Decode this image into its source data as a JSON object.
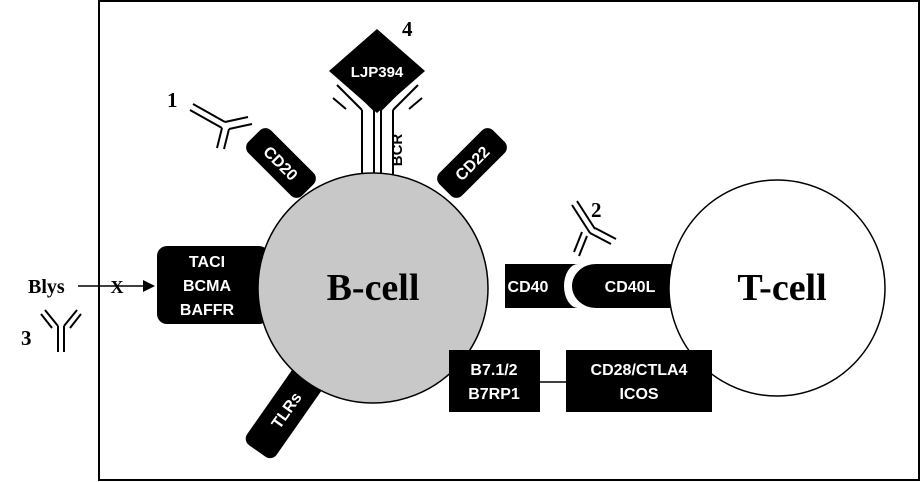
{
  "cells": {
    "b_cell": "B-cell",
    "t_cell": "T-cell"
  },
  "receptors": {
    "cd20": "CD20",
    "bcr": "BCR",
    "cd22": "CD22",
    "taci": "TACI",
    "bcma": "BCMA",
    "baffr": "BAFFR",
    "tlrs": "TLRs",
    "cd40": "CD40",
    "cd40l": "CD40L",
    "b7_line1": "B7.1/2",
    "b7_line2": "B7RP1",
    "cd28_line1": "CD28/CTLA4",
    "cd28_line2": "ICOS"
  },
  "drugs": {
    "ljp394": "LJP394",
    "blys": "Blys",
    "block_mark": "X"
  },
  "markers": {
    "m1": "1",
    "m2": "2",
    "m3": "3",
    "m4": "4"
  },
  "colors": {
    "b_cell_fill": "#c8c8c8",
    "receptor_fill": "#000000",
    "receptor_text": "#ffffff"
  }
}
